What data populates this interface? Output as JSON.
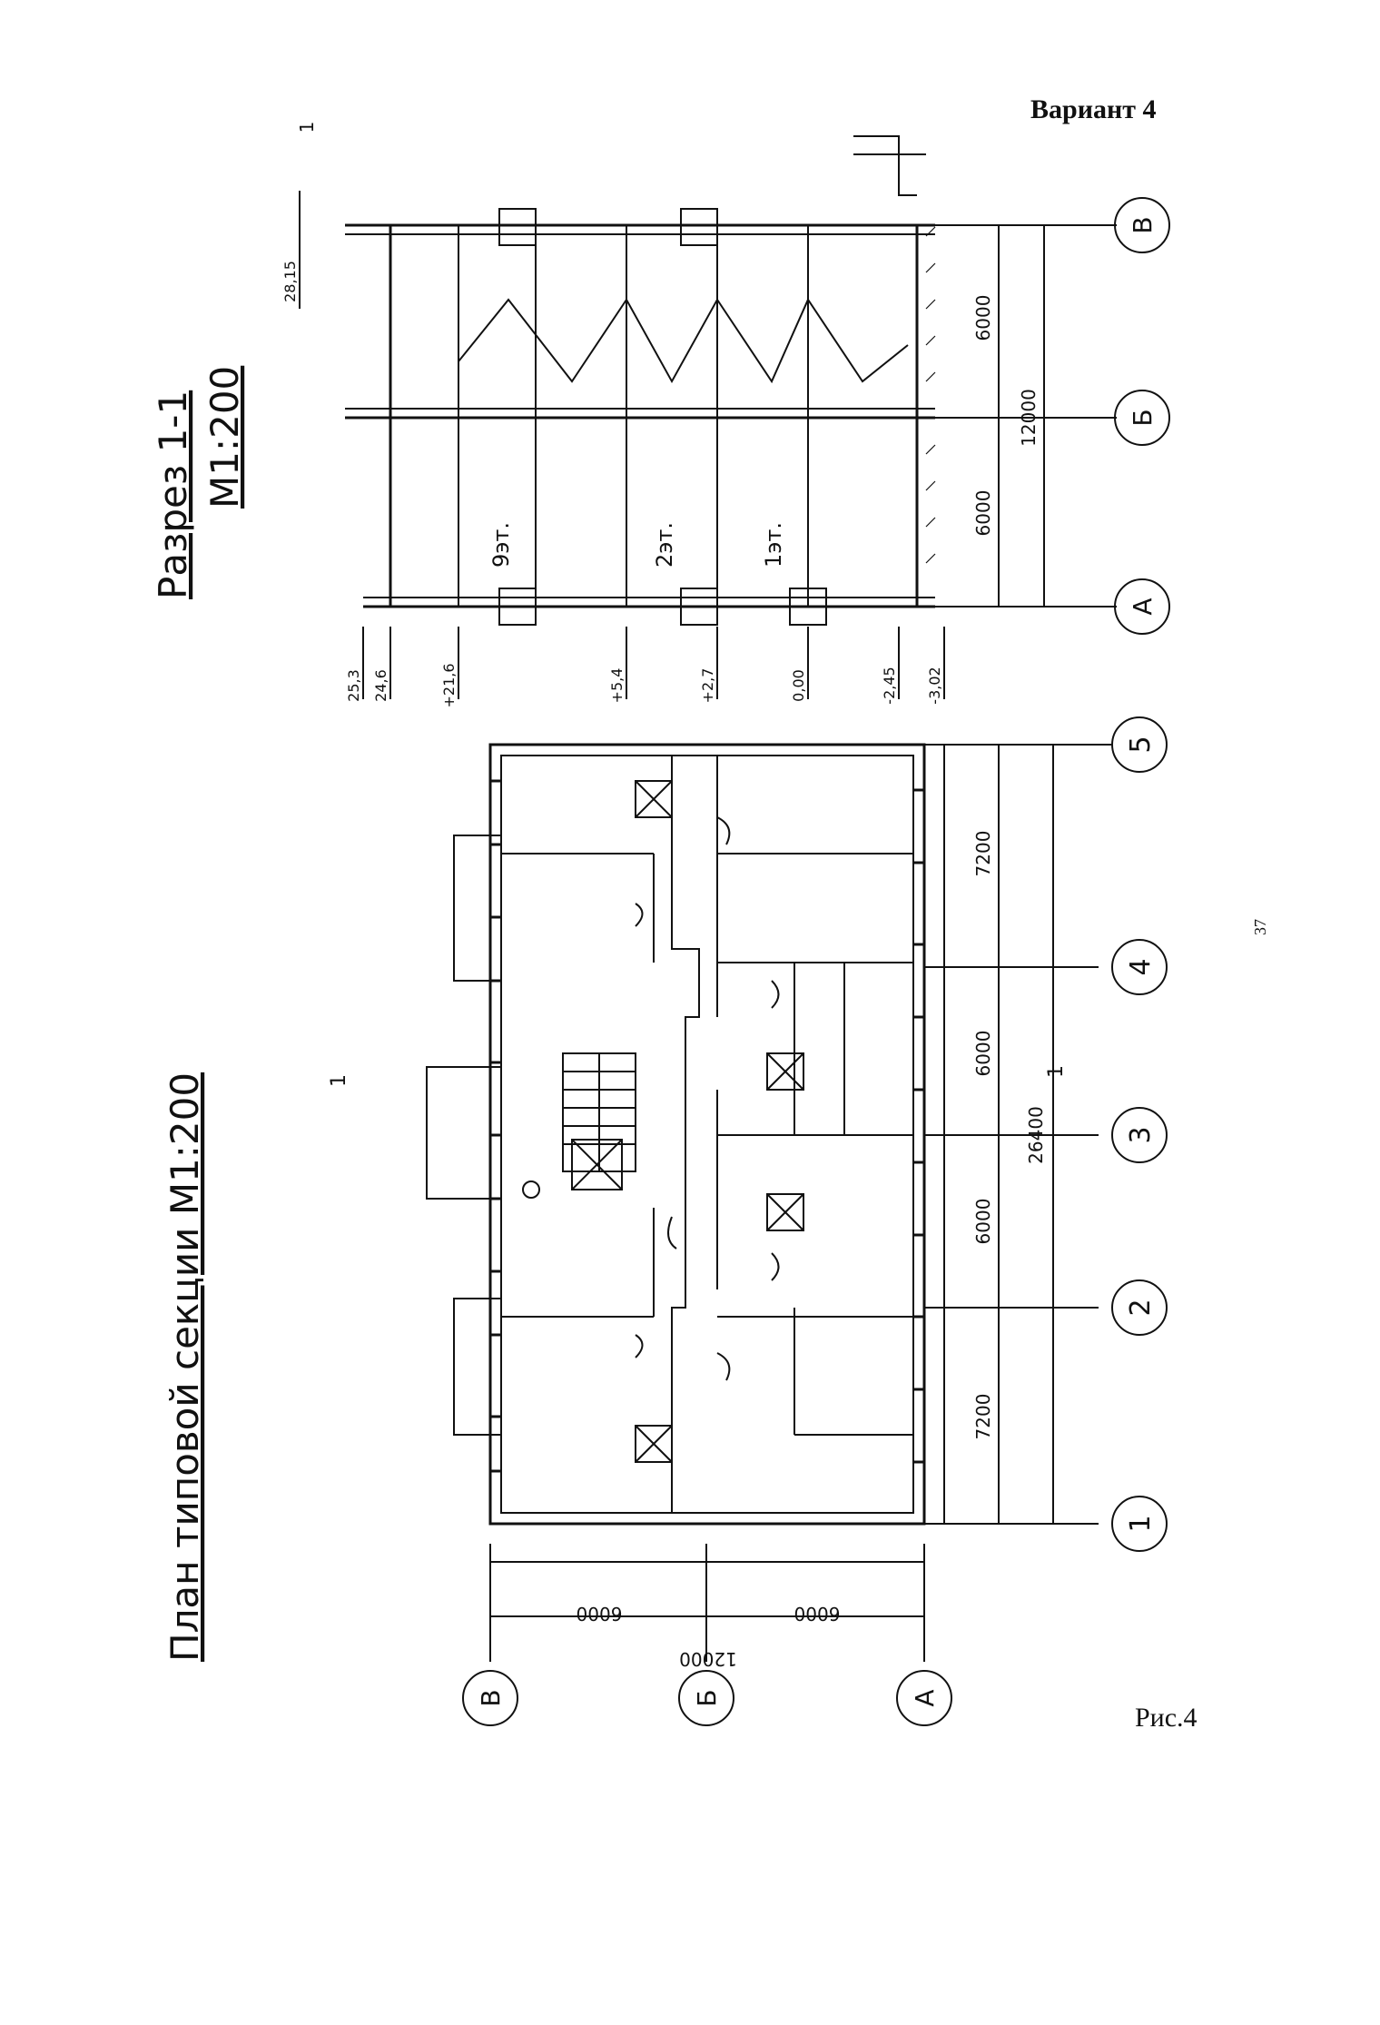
{
  "header": {
    "variant": "Вариант 4"
  },
  "footer": {
    "figure": "Рис.4",
    "page_number": "37"
  },
  "plan": {
    "title": "План типовой секции М1:200",
    "section_mark": "1",
    "axes_num": [
      "1",
      "2",
      "3",
      "4",
      "5"
    ],
    "axes_let": [
      "А",
      "Б",
      "В"
    ],
    "dims_bottom": [
      "7200",
      "6000",
      "6000",
      "7200"
    ],
    "total_bottom": "26400",
    "dims_left": [
      "6000",
      "6000"
    ],
    "total_left": "12000"
  },
  "section": {
    "title_line1": "Разрез 1-1",
    "title_line2": "М1:200",
    "floors": [
      "9эт.",
      "2эт.",
      "1эт."
    ],
    "axes": [
      "А",
      "Б",
      "В"
    ],
    "dims": [
      "6000",
      "6000"
    ],
    "total": "12000",
    "levels": [
      "25,3",
      "24,6",
      "+21,6",
      "+5,4",
      "+2,7",
      "0,00",
      "-2,45",
      "-3,02"
    ],
    "top_level": "28,15",
    "section_mark": "1"
  }
}
